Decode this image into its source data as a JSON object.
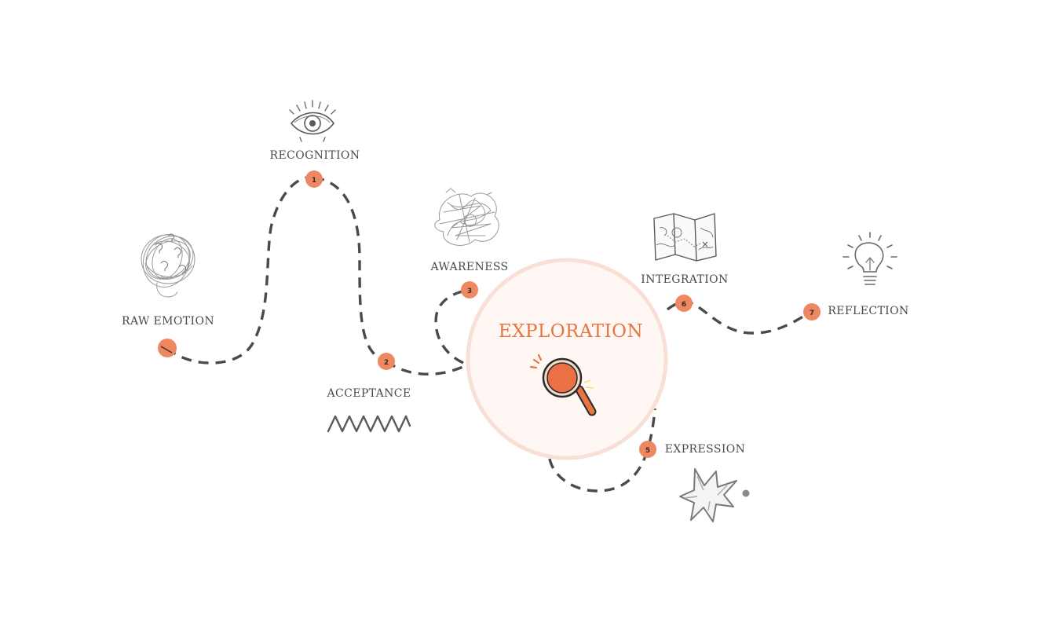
{
  "colors": {
    "accent": "#ee8860",
    "path": "#4a4a4a",
    "circle_fill": "#fff7f3",
    "circle_stroke": "#f8e0d6",
    "title": "#e8743f"
  },
  "center": {
    "title": "EXPLORATION",
    "icon": "magnifier-icon"
  },
  "stages": [
    {
      "name": "raw-emotion",
      "label": "RAW EMOTION",
      "number": "",
      "icon": "tangled-question-ball-icon"
    },
    {
      "name": "recognition",
      "label": "RECOGNITION",
      "number": "1",
      "icon": "eye-icon"
    },
    {
      "name": "acceptance",
      "label": "ACCEPTANCE",
      "number": "2",
      "icon": "zigzag-wave-icon"
    },
    {
      "name": "awareness",
      "label": "AWARENESS",
      "number": "3",
      "icon": "scribble-cloud-icon"
    },
    {
      "name": "expression",
      "label": "EXPRESSION",
      "number": "5",
      "icon": "burst-icon"
    },
    {
      "name": "integration",
      "label": "INTEGRATION",
      "number": "6",
      "icon": "map-icon"
    },
    {
      "name": "reflection",
      "label": "REFLECTION",
      "number": "7",
      "icon": "lightbulb-icon"
    }
  ]
}
